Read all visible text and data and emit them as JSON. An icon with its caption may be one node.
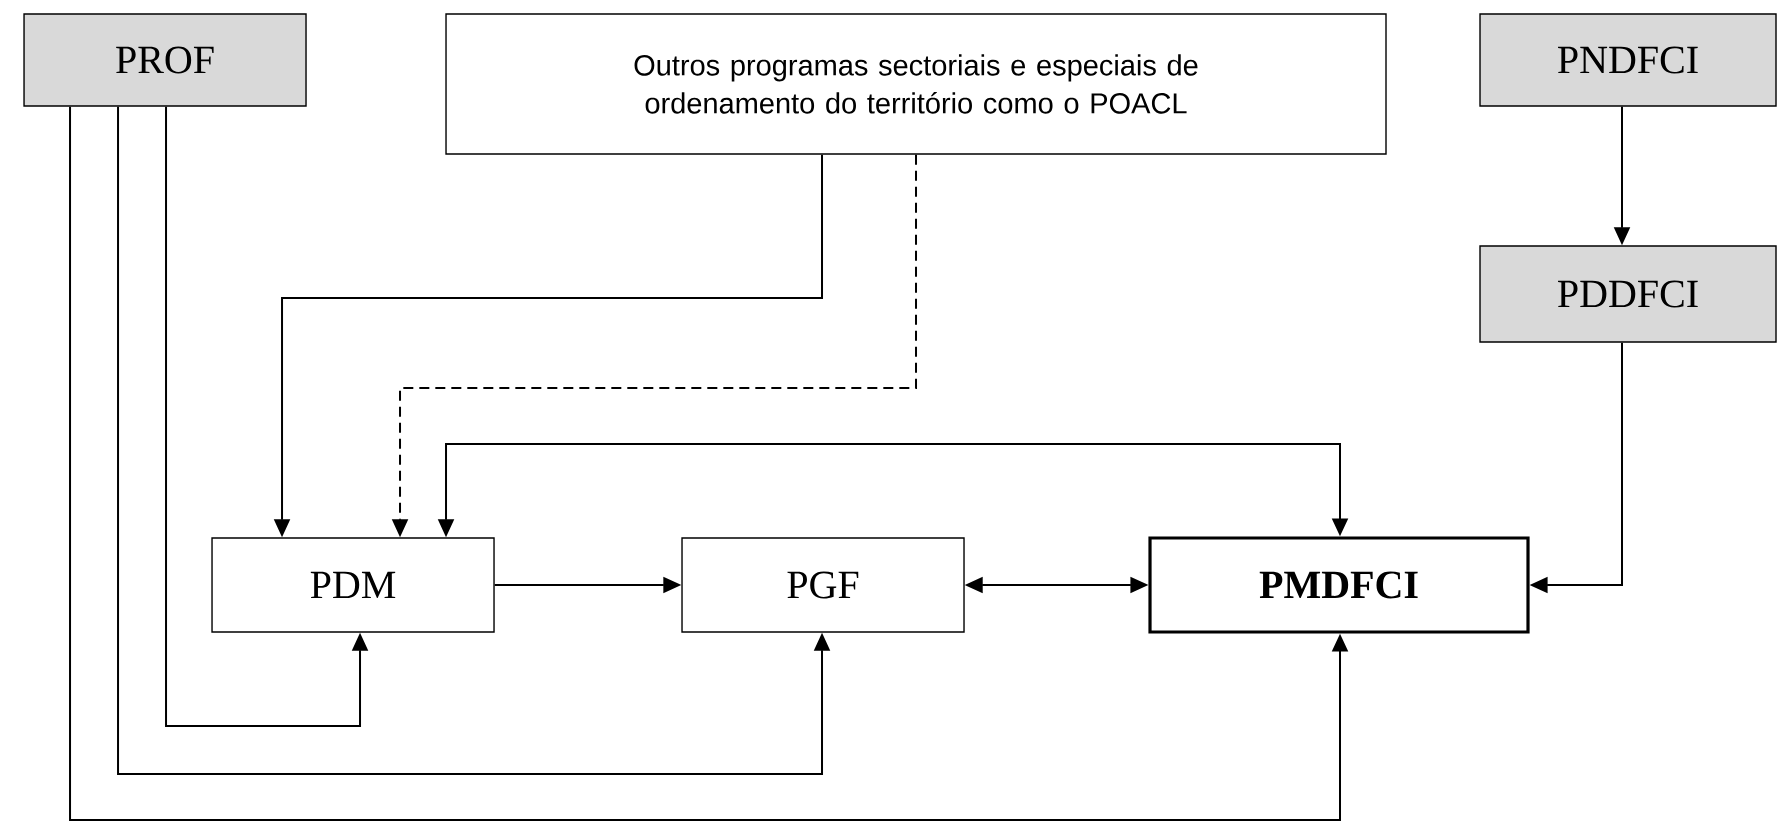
{
  "diagram": {
    "nodes": [
      {
        "text": [
          "PROF"
        ]
      },
      {
        "text": [
          "Outros programas sectoriais e especiais de ordenamento do território como o POACL"
        ]
      },
      {
        "text": [
          "PNDFCI"
        ]
      },
      {
        "text": [
          "PDDFCI"
        ]
      },
      {
        "text": [
          "PDM"
        ]
      },
      {
        "text": [
          "PGF"
        ]
      },
      {
        "text": [
          "PMDFCI"
        ]
      }
    ],
    "edges": [
      {
        "from": 0,
        "to": 4,
        "arrow": "to"
      },
      {
        "from": 0,
        "to": 5,
        "arrow": "to"
      },
      {
        "from": 0,
        "to": 6,
        "arrow": "to"
      },
      {
        "from": 1,
        "to": 4,
        "arrow": "to"
      },
      {
        "from": 1,
        "to": 4,
        "arrow": "to",
        "style": "dashed"
      },
      {
        "from": 4,
        "to": 6,
        "arrow": "both"
      },
      {
        "from": 2,
        "to": 3,
        "arrow": "to"
      },
      {
        "from": 3,
        "to": 6,
        "arrow": "to"
      },
      {
        "from": 4,
        "to": 5,
        "arrow": "to"
      },
      {
        "from": 5,
        "to": 6,
        "arrow": "both"
      }
    ]
  }
}
